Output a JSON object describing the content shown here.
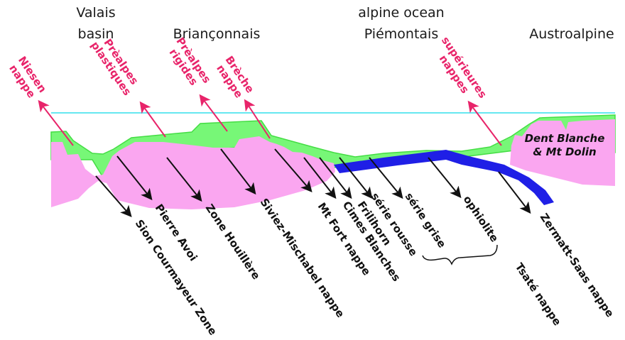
{
  "colors": {
    "sea": "#66e8f0",
    "sediment": "#77f777",
    "basement": "#faa6f0",
    "ophiolite": "#1f1fe6",
    "red_label": "#e8246a",
    "black": "#111111"
  },
  "headers": {
    "valais_1": "Valais",
    "valais_2": "basin",
    "brianconnais": "Briançonnais",
    "alpine_1": "alpine ocean",
    "alpine_2": "Piémontais",
    "austroalpine": "Austroalpine"
  },
  "upper_nappes": {
    "niesen": [
      "Niesen",
      "nappe"
    ],
    "plastiques": [
      "Prèalpes",
      "plastiques"
    ],
    "rigides": [
      "Prèalpes",
      "rigides"
    ],
    "breche": [
      "Brèche",
      "nappe"
    ],
    "superieures": [
      "supérieures",
      "nappes"
    ]
  },
  "lower_units": {
    "sion": "Sion Courmayeur Zone",
    "pierre": "Pierre Avoi",
    "houillere": "Zone Houillère",
    "siviez": "Siviez-Mischabel nappe",
    "mtfort": "Mt Fort nappe",
    "cimes": "Cimes Blanches",
    "frilihorn": "Frilihorn",
    "rousse": "série rousse",
    "grise": "série grise",
    "ophiolite": "ophiolite",
    "tsate": "Tsaté nappe",
    "zermatt": "Zermatt-Saas nappe"
  },
  "dent_blanche": [
    "Dent Blanche",
    "& Mt Dolin"
  ]
}
